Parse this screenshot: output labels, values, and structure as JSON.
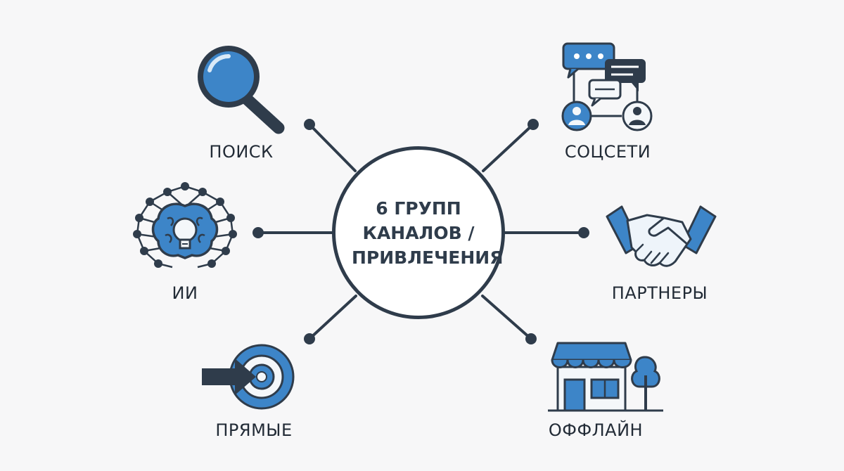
{
  "hub": {
    "label": "6 ГРУПП КАНАЛОВ / ПРИВЛЕЧЕНИЯ"
  },
  "colors": {
    "accent": "#3d85c8",
    "dark": "#2f3c4b",
    "background": "#f7f7f8"
  },
  "nodes": [
    {
      "id": "search",
      "label": "ПОИСК",
      "icon": "magnifier-icon"
    },
    {
      "id": "ai",
      "label": "ИИ",
      "icon": "brain-network-icon"
    },
    {
      "id": "direct",
      "label": "ПРЯМЫЕ",
      "icon": "target-arrow-icon"
    },
    {
      "id": "social",
      "label": "СОЦСЕТИ",
      "icon": "chat-people-icon"
    },
    {
      "id": "partners",
      "label": "ПАРТНЕРЫ",
      "icon": "handshake-icon"
    },
    {
      "id": "offline",
      "label": "ОФФЛАЙН",
      "icon": "storefront-icon"
    }
  ]
}
